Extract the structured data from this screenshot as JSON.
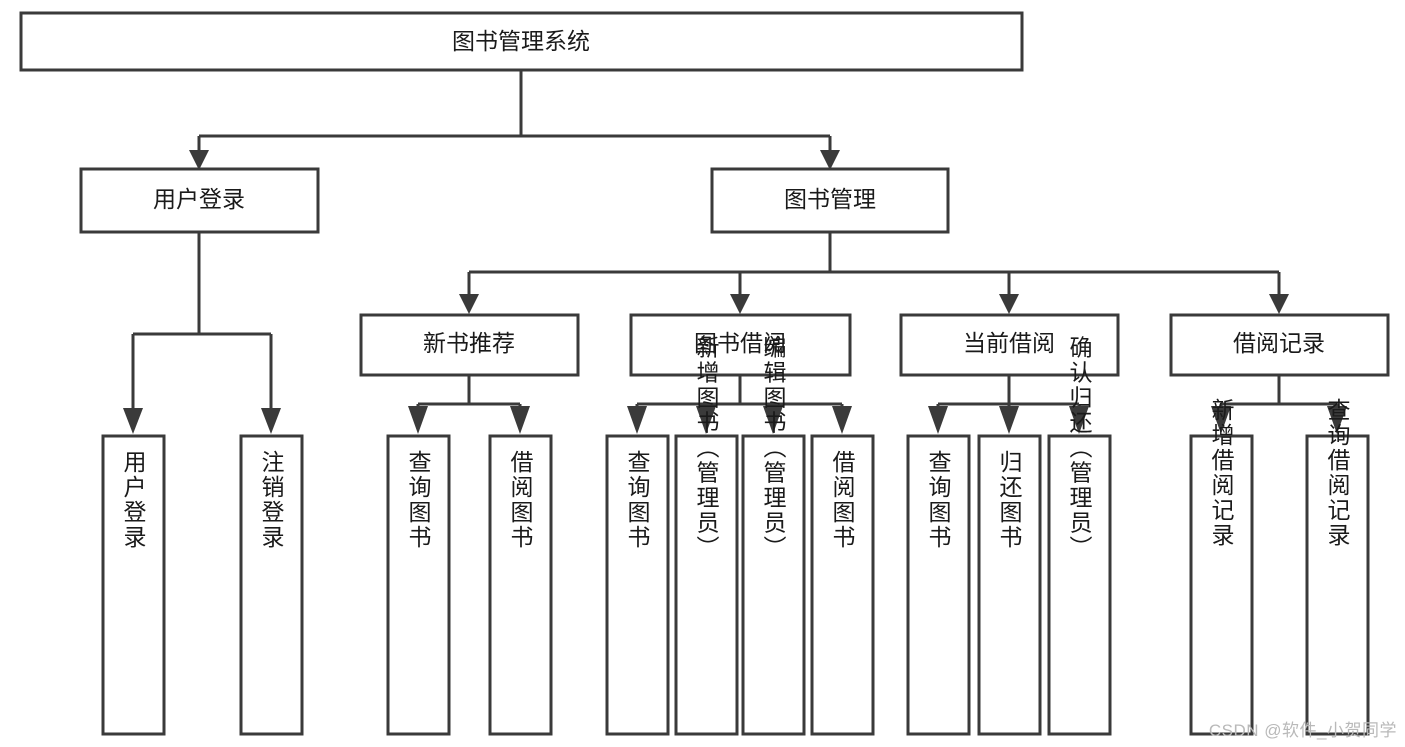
{
  "diagram": {
    "type": "tree-hierarchy-diagram",
    "title": "图书管理系统",
    "orientation": "top-down",
    "colors": {
      "box_stroke": "#3a3a3a",
      "box_fill": "#ffffff",
      "connector": "#3a3a3a",
      "text": "#1a1a1a",
      "watermark": "#b9b9b9",
      "background": "#ffffff"
    },
    "levels": {
      "root": {
        "label": "图书管理系统"
      },
      "level2": [
        {
          "id": "user-login",
          "label": "用户登录"
        },
        {
          "id": "book-management",
          "label": "图书管理"
        }
      ],
      "level3": [
        {
          "id": "new-book-recommend",
          "label": "新书推荐",
          "parent": "book-management"
        },
        {
          "id": "book-borrow",
          "label": "图书借阅",
          "parent": "book-management"
        },
        {
          "id": "current-borrow",
          "label": "当前借阅",
          "parent": "book-management"
        },
        {
          "id": "borrow-record",
          "label": "借阅记录",
          "parent": "book-management"
        }
      ],
      "leaves": [
        {
          "id": "leaf-user-login",
          "label": "用户登录",
          "parent": "user-login"
        },
        {
          "id": "leaf-user-logout",
          "label": "注销登录",
          "parent": "user-login"
        },
        {
          "id": "leaf-query-book-1",
          "label": "查询图书",
          "parent": "new-book-recommend"
        },
        {
          "id": "leaf-borrow-book-1",
          "label": "借阅图书",
          "parent": "new-book-recommend"
        },
        {
          "id": "leaf-query-book-2",
          "label": "查询图书",
          "parent": "book-borrow"
        },
        {
          "id": "leaf-add-book",
          "label": "新增图书（管理员）",
          "parent": "book-borrow"
        },
        {
          "id": "leaf-edit-book",
          "label": "编辑图书（管理员）",
          "parent": "book-borrow"
        },
        {
          "id": "leaf-borrow-book-2",
          "label": "借阅图书",
          "parent": "book-borrow"
        },
        {
          "id": "leaf-query-book-3",
          "label": "查询图书",
          "parent": "current-borrow"
        },
        {
          "id": "leaf-return-book",
          "label": "归还图书",
          "parent": "current-borrow"
        },
        {
          "id": "leaf-confirm-return",
          "label": "确认归还（管理员）",
          "parent": "current-borrow"
        },
        {
          "id": "leaf-add-record",
          "label": "新增借阅记录",
          "parent": "borrow-record"
        },
        {
          "id": "leaf-query-record",
          "label": "查询借阅记录",
          "parent": "borrow-record"
        }
      ]
    },
    "watermark": "CSDN @软件_小贺同学"
  }
}
